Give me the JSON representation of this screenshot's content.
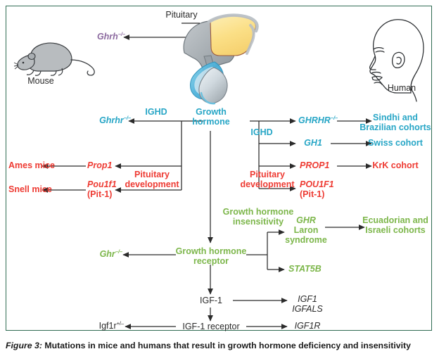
{
  "figure": {
    "caption_label": "Figure 3:",
    "caption_text": " Mutations in mice and humans that result in growth hormone deficiency and insensitivity",
    "border_color": "#2f6b52"
  },
  "colors": {
    "blue": "#27a6c6",
    "red": "#ee3b33",
    "green": "#7cb64a",
    "purple": "#8d6ba0",
    "dark": "#2a2a2a",
    "pituitary_yellow": "#fbe08a",
    "pituitary_gray": "#a7adb2",
    "pituitary_blue": "#4fb3d9"
  },
  "organisms": {
    "mouse_label": "Mouse",
    "human_label": "Human"
  },
  "anatomy": {
    "pituitary_label": "Pituitary",
    "growth_hormone_label": "Growth\nhormone"
  },
  "mouse_column": {
    "ghrh": "Ghrh",
    "ghrh_sup": "–/–",
    "ghrhr": "Ghrhr",
    "ghrhr_sup": "–/–",
    "prop1": "Prop1",
    "pou1f1": "Pou1f1",
    "pou1f1_alt": "(Pit-1)",
    "ames_mice": "Ames mice",
    "snell_mice": "Snell mice",
    "ghr": "Ghr",
    "ghr_sup": "–/–",
    "igf1r": "Igf1r",
    "igf1r_sup": "+/–"
  },
  "human_column": {
    "ghrhr": "GHRHR",
    "ghrhr_sup": "–/–",
    "gh1": "GH1",
    "prop1": "PROP1",
    "pou1f1": "POU1F1",
    "pou1f1_alt": "(Pit-1)",
    "ghr": "GHR",
    "laron": "Laron",
    "syndrome": "syndrome",
    "stat5b": "STAT5B",
    "igf1": "IGF1",
    "igfals": "IGFALS",
    "igf1r": "IGF1R"
  },
  "cohorts": {
    "sindhi_brazilian_l1": "Sindhi and",
    "sindhi_brazilian_l2": "Brazilian cohorts",
    "swiss": "Swiss cohort",
    "krk": "KrK cohort",
    "ecuadorian_israeli_l1": "Ecuadorian and",
    "ecuadorian_israeli_l2": "Israeli cohorts"
  },
  "pathway_labels": {
    "ighd_left": "IGHD",
    "ighd_right": "IGHD",
    "pituitary_development_left_l1": "Pituitary",
    "pituitary_development_left_l2": "development",
    "pituitary_development_right_l1": "Pituitary",
    "pituitary_development_right_l2": "development",
    "gh_insensitivity_l1": "Growth hormone",
    "gh_insensitivity_l2": "insensitivity",
    "gh_receptor_l1": "Growth hormone",
    "gh_receptor_l2": "receptor",
    "igf1": "IGF-1",
    "igf1_receptor": "IGF-1 receptor"
  }
}
